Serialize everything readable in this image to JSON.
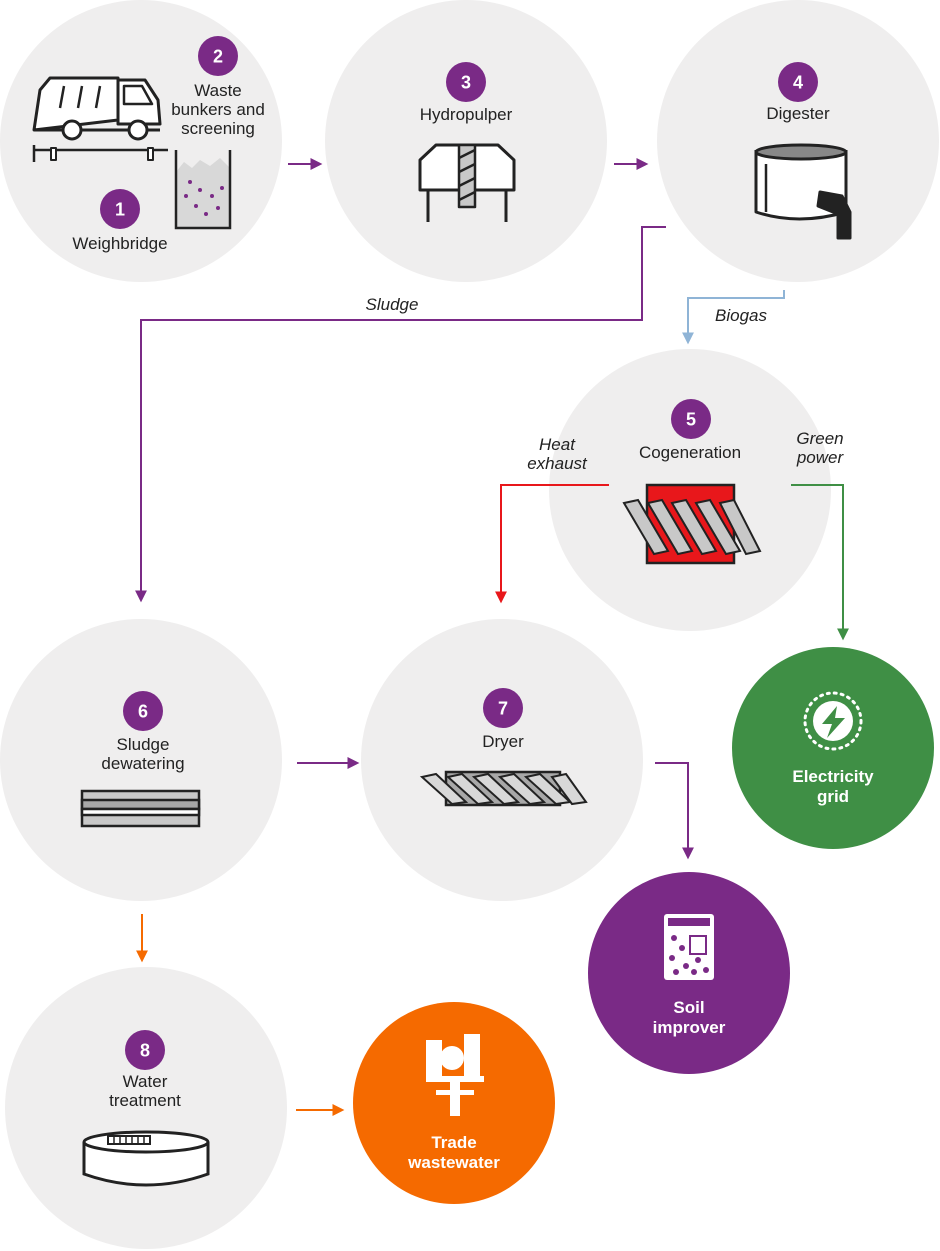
{
  "colors": {
    "circle": "#efeeee",
    "purple": "#7a2a86",
    "red": "#e8171b",
    "green": "#3f8f45",
    "orange": "#f56a00",
    "blue": "#8fb4d6",
    "stroke": "#222222"
  },
  "steps": [
    {
      "num": "1",
      "label": [
        "Weighbridge"
      ]
    },
    {
      "num": "2",
      "label": [
        "Waste",
        "bunkers and",
        "screening"
      ]
    },
    {
      "num": "3",
      "label": [
        "Hydropulper"
      ]
    },
    {
      "num": "4",
      "label": [
        "Digester"
      ]
    },
    {
      "num": "5",
      "label": [
        "Cogeneration"
      ]
    },
    {
      "num": "6",
      "label": [
        "Sludge",
        "dewatering"
      ]
    },
    {
      "num": "7",
      "label": [
        "Dryer"
      ]
    },
    {
      "num": "8",
      "label": [
        "Water",
        "treatment"
      ]
    }
  ],
  "flows": {
    "sludge": "Sludge",
    "biogas": "Biogas",
    "heat_exhaust": [
      "Heat",
      "exhaust"
    ],
    "green_power": [
      "Green",
      "power"
    ]
  },
  "outputs": {
    "electricity": [
      "Electricity",
      "grid"
    ],
    "soil": [
      "Soil",
      "improver"
    ],
    "trade": [
      "Trade",
      "wastewater"
    ]
  },
  "icons": {
    "weighbridge": "garbage-truck-icon",
    "bunker": "waste-bunker-icon",
    "hydropulper": "hydropulper-icon",
    "digester": "digester-tank-icon",
    "cogeneration": "cogeneration-unit-icon",
    "dewatering": "dewatering-press-icon",
    "dryer": "dryer-screw-icon",
    "water_treatment": "water-tank-icon",
    "electricity": "lightning-bolt-icon",
    "soil": "soil-bag-icon",
    "trade": "factory-icon"
  }
}
